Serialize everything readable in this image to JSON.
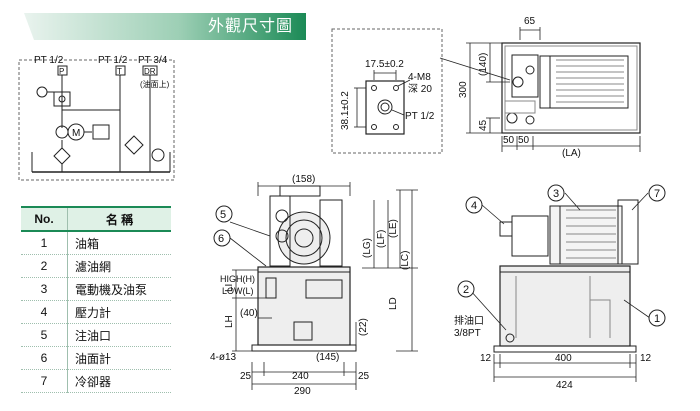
{
  "header": {
    "title": "外觀尺寸圖"
  },
  "schematic": {
    "port_p_label": "PT 1/2",
    "port_t_label": "PT 1/2",
    "port_dr_label": "PT 3/4",
    "p_letter": "P",
    "t_letter": "T",
    "dr_letter": "DR",
    "dr_note": "(油面上)",
    "motor_letter": "M"
  },
  "parts_table": {
    "col_no": "No.",
    "col_name": "名 稱",
    "rows": [
      {
        "no": "1",
        "name": "油箱"
      },
      {
        "no": "2",
        "name": "濾油網"
      },
      {
        "no": "3",
        "name": "電動機及油泵"
      },
      {
        "no": "4",
        "name": "壓力計"
      },
      {
        "no": "5",
        "name": "注油口"
      },
      {
        "no": "6",
        "name": "油面計"
      },
      {
        "no": "7",
        "name": "冷卻器"
      }
    ]
  },
  "detail": {
    "dim_width": "17.5±0.2",
    "dim_height": "38.1±0.2",
    "thread": "4-M8",
    "depth": "深 20",
    "port": "PT 1/2"
  },
  "top_view": {
    "d65": "65",
    "d140": "(140)",
    "d300": "300",
    "d45": "45",
    "d50a": "50",
    "d50b": "50",
    "dla": "(LA)"
  },
  "side_view": {
    "d158": "(158)",
    "dlg": "(LG)",
    "dlf": "(LF)",
    "dle": "(LE)",
    "dlc": "(LC)",
    "dld": "LD",
    "dli": "LI",
    "dlh": "LH",
    "high": "HIGH(H)",
    "low": "LOW(L)",
    "d40": "(40)",
    "d22": "(22)",
    "d145": "(145)",
    "holes": "4-ø13",
    "d25a": "25",
    "d240": "240",
    "d25b": "25",
    "d290": "290",
    "n5": "5",
    "n6": "6"
  },
  "front_view": {
    "drain_label": "排油口",
    "drain_size": "3/8PT",
    "d12a": "12",
    "d400": "400",
    "d12b": "12",
    "d424": "424",
    "n1": "1",
    "n2": "2",
    "n3": "3",
    "n4": "4",
    "n7": "7"
  },
  "colors": {
    "accent": "#1b8a56",
    "table_head": "#dff1e6",
    "fill": "#eeeeee"
  }
}
